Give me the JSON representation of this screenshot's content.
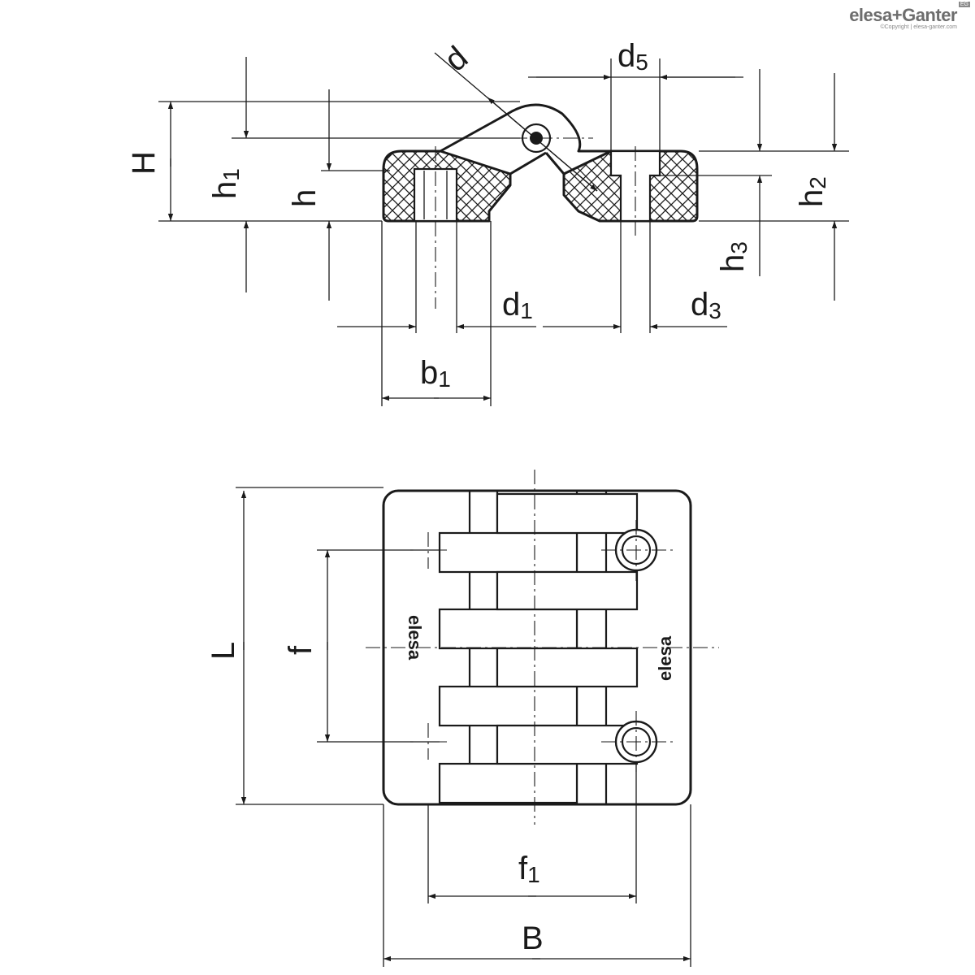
{
  "brand": {
    "name": "elesa+Ganter",
    "copyright": "©Copyright | elesa-ganter.com",
    "badge": "EG"
  },
  "labels": {
    "d": "d",
    "d5": "d5",
    "H": "H",
    "h1": "h1",
    "h": "h",
    "h2": "h2",
    "h3": "h3",
    "d1": "d1",
    "d3": "d3",
    "b1": "b1",
    "L": "L",
    "f": "f",
    "f1": "f1",
    "B": "B"
  },
  "logo_text": "elesa"
}
